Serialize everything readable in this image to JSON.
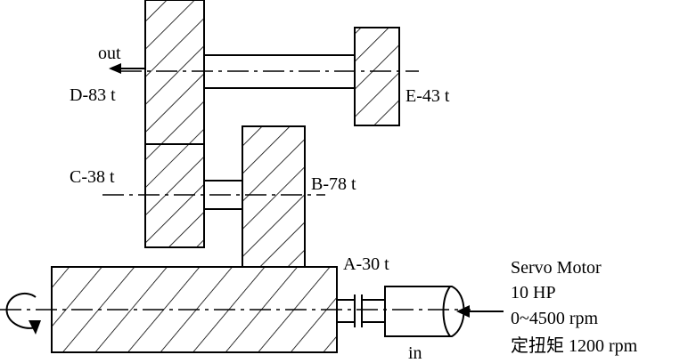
{
  "labels": {
    "out": "out",
    "in": "in",
    "gear_a": "A-30 t",
    "gear_b": "B-78 t",
    "gear_c": "C-38 t",
    "gear_d": "D-83 t",
    "gear_e": "E-43 t"
  },
  "motor": {
    "name": "Servo Motor",
    "power": "10 HP",
    "speed": "0~4500 rpm",
    "torque": "定扭矩 1200 rpm"
  },
  "colors": {
    "ink": "#000000",
    "paper": "#ffffff"
  },
  "icons": {
    "rotation": "rotation-arrow-icon",
    "output": "output-arrow-icon",
    "input": "input-arrow-icon"
  }
}
